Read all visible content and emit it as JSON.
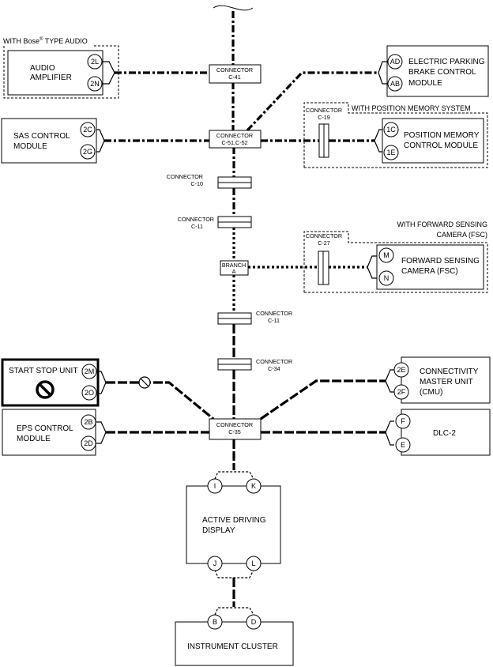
{
  "group_labels": {
    "bose": "WITH Bose",
    "bose_reg": "®",
    "bose_tail": " TYPE AUDIO",
    "position_memory": "WITH POSITION MEMORY SYSTEM",
    "fsc_line1": "WITH FORWARD SENSING",
    "fsc_line2": "CAMERA (FSC)"
  },
  "modules": {
    "audio_amplifier": [
      "AUDIO",
      "AMPLIFIER"
    ],
    "epb": [
      "ELECTRIC PARKING",
      "BRAKE CONTROL",
      "MODULE"
    ],
    "sas": [
      "SAS CONTROL",
      "MODULE"
    ],
    "position_memory": [
      "POSITION MEMORY",
      "CONTROL MODULE"
    ],
    "fsc": [
      "FORWARD SENSING",
      "CAMERA (FSC)"
    ],
    "start_stop": "START STOP UNIT",
    "cmu": [
      "CONNECTIVITY",
      "MASTER UNIT",
      "(CMU)"
    ],
    "eps": [
      "EPS CONTROL",
      "MODULE"
    ],
    "dlc": "DLC-2",
    "active_display": [
      "ACTIVE DRIVING",
      "DISPLAY"
    ],
    "instrument_cluster": "INSTRUMENT CLUSTER"
  },
  "terminals": {
    "audio_amplifier": [
      "2L",
      "2N"
    ],
    "epb": [
      "AD",
      "AB"
    ],
    "sas": [
      "2C",
      "2G"
    ],
    "position_memory": [
      "1C",
      "1E"
    ],
    "fsc": [
      "M",
      "N"
    ],
    "start_stop": [
      "2M",
      "2O"
    ],
    "cmu": [
      "2E",
      "2F"
    ],
    "eps": [
      "2B",
      "2D"
    ],
    "dlc": [
      "F",
      "E"
    ],
    "active_display_top": [
      "I",
      "K"
    ],
    "active_display_bottom": [
      "J",
      "L"
    ],
    "instrument_cluster": [
      "B",
      "D"
    ]
  },
  "connectors": {
    "c41": [
      "CONNECTOR",
      "C-41"
    ],
    "c51": [
      "CONNECTOR",
      "C-51,C-52"
    ],
    "c10": [
      "CONNECTOR",
      "C-10"
    ],
    "c11a": [
      "CONNECTOR",
      "C-11"
    ],
    "branch": [
      "BRANCH",
      "A"
    ],
    "c11b": [
      "CONNECTOR",
      "C-11"
    ],
    "c34": [
      "CONNECTOR",
      "C-34"
    ],
    "c35": [
      "CONNECTOR",
      "C-35"
    ],
    "c19": [
      "CONNECTOR",
      "C-19"
    ],
    "c27": [
      "CONNECTOR",
      "C-27"
    ]
  },
  "icons": {
    "prohibited": "prohibited-icon"
  }
}
